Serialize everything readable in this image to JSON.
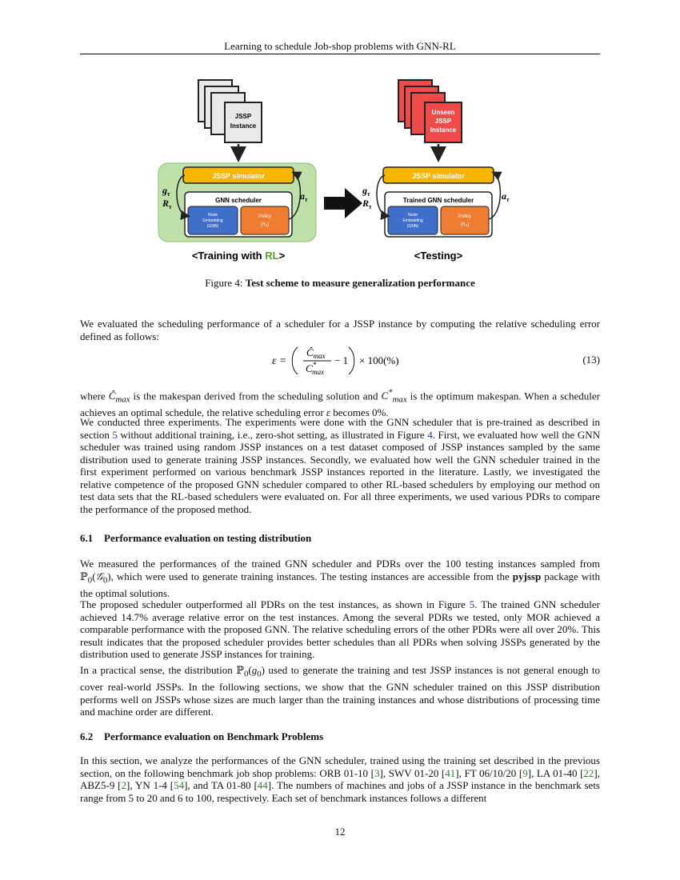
{
  "header": {
    "title": "Learning to schedule Job-shop problems with GNN-RL"
  },
  "figure": {
    "left_stack_label_1": "JSSP",
    "left_stack_label_2": "Instance",
    "right_stack_label_1": "Unseen",
    "right_stack_label_2": "JSSP",
    "right_stack_label_3": "Instance",
    "simulator_label": "JSSP simulator",
    "left_scheduler_label": "GNN scheduler",
    "right_scheduler_label": "Trained GNN scheduler",
    "node_embed_1": "Node",
    "node_embed_2": "Embedding",
    "node_embed_3": "(GNN)",
    "policy_1": "Policy",
    "policy_2": "(π",
    "policy_sub": "θ",
    "policy_3": ")",
    "g_tau": "g",
    "r_tau": "R",
    "a_tau": "a",
    "tau": "τ",
    "training_prefix": "<Training with ",
    "training_rl": "RL",
    "training_suffix": ">",
    "testing_label": "<Testing>",
    "colors": {
      "green_bg": "#bfe0a8",
      "sim_yellow": "#f7b500",
      "node_blue": "#3f6fc9",
      "policy_orange": "#ee7d31",
      "unseen_red": "#f04b4b"
    }
  },
  "caption": {
    "prefix": "Figure 4: ",
    "text": "Test scheme to measure generalization performance"
  },
  "para1": "We evaluated the scheduling performance of a scheduler for a JSSP instance by computing the relative scheduling error defined as follows:",
  "equation": {
    "number": "(13)",
    "lhs": "ε =",
    "tail": "− 1",
    "times": "× 100(%)"
  },
  "para2": {
    "a": "where ",
    "b": " is the makespan derived from the scheduling solution and ",
    "c": " is the optimum makespan. When a scheduler achieves an optimal schedule, the relative scheduling error ",
    "d": " becomes 0%."
  },
  "para3": {
    "a": "We conducted three experiments. The experiments were done with the GNN scheduler that is pre-trained as described in section ",
    "ref1": "5",
    "b": " without additional training, i.e., zero-shot setting, as illustrated in Figure ",
    "ref2": "4",
    "c": ". First, we evaluated how well the GNN scheduler was trained using random JSSP instances on a test dataset composed of JSSP instances sampled by the same distribution used to generate training JSSP instances. Secondly, we evaluated how well the GNN scheduler trained in the first experiment performed on various benchmark JSSP instances reported in the literature. Lastly, we investigated the relative competence of the proposed GNN scheduler compared to other RL-based schedulers by employing our method on test data sets that the RL-based schedulers were evaluated on. For all three experiments, we used various PDRs to compare the performance of the proposed method."
  },
  "section61": {
    "number": "6.1",
    "title": "Performance evaluation on testing distribution"
  },
  "para4": {
    "a": "We measured the performances of the trained GNN scheduler and PDRs over the 100 testing instances sampled from ",
    "b": ", which were used to generate training instances. The testing instances are accessible from the ",
    "pkg": "pyjssp",
    "c": " package with the optimal solutions."
  },
  "para5": {
    "a": "The proposed scheduler outperformed all PDRs on the test instances, as shown in Figure ",
    "ref": "5",
    "b": ". The trained GNN scheduler achieved 14.7% average relative error on the test instances. Among the several PDRs we tested, only MOR achieved a comparable performance with the proposed GNN. The relative scheduling errors of the other PDRs were all over 20%. This result indicates that the proposed scheduler provides better schedules than all PDRs when solving JSSPs generated by the distribution used to generate JSSP instances for training."
  },
  "para6": {
    "a": "In a practical sense, the distribution ",
    "b": " used to generate the training and test JSSP instances is not general enough to cover real-world JSSPs. In the following sections, we show that the GNN scheduler trained on this JSSP distribution performs well on JSSPs whose sizes are much larger than the training instances and whose distributions of processing time and machine order are different."
  },
  "section62": {
    "number": "6.2",
    "title": "Performance evaluation on Benchmark Problems"
  },
  "para7": {
    "a": "In this section, we analyze the performances of the GNN scheduler, trained using the training set described in the previous section, on the following benchmark job shop problems: ORB 01-10 [",
    "r1": "3",
    "b": "], SWV 01-20 [",
    "r2": "41",
    "c": "], FT 06/10/20 [",
    "r3": "9",
    "d": "], LA 01-40 [",
    "r4": "22",
    "e": "], ABZ5-9 [",
    "r5": "2",
    "f": "], YN 1-4 [",
    "r6": "54",
    "g": "], and TA 01-80 [",
    "r7": "44",
    "h": "]. The numbers of machines and jobs of a JSSP instance in the benchmark sets range from 5 to 20 and 6 to 100, respectively. Each set of benchmark instances follows a different"
  },
  "page_number": "12"
}
